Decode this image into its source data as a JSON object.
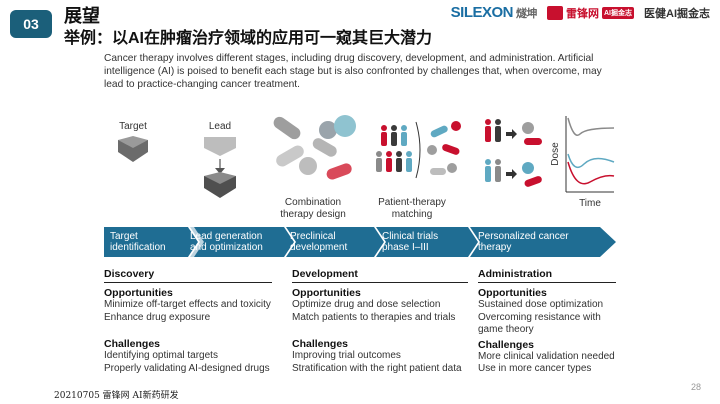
{
  "header": {
    "badge": "03",
    "title": "展望",
    "subtitle": "举例：以AI在肿瘤治疗领域的应用可一窥其巨大潜力",
    "logos": {
      "sileon": "SILEXON",
      "sileon_cn": "燧坤",
      "leifeng": "雷锋网",
      "leifeng_tag": "AI掘金志",
      "yijian": "医健AI掘金志"
    }
  },
  "intro": "Cancer therapy involves different stages, including drug discovery, development, and administration. Artificial intelligence (AI) is poised to benefit each stage but is also confronted by challenges that, when overcome, may lead to practice-changing cancer treatment.",
  "figure": {
    "target_label": "Target",
    "lead_label": "Lead",
    "combo_label": "Combination therapy design",
    "patient_label": "Patient-therapy matching",
    "dose_axis": "Dose",
    "time_axis": "Time"
  },
  "pipeline": [
    {
      "label": "Target identification"
    },
    {
      "label": "Lead generation and optimization"
    },
    {
      "label": "Preclinical development"
    },
    {
      "label": "Clinical trials phase I–III"
    },
    {
      "label": "Personalized cancer therapy"
    }
  ],
  "columns": [
    {
      "heading": "Discovery",
      "opportunities_h": "Opportunities",
      "opportunities": [
        "Minimize off-target effects and toxicity",
        "Enhance drug exposure"
      ],
      "challenges_h": "Challenges",
      "challenges": [
        "Identifying optimal targets",
        "Properly validating AI-designed drugs"
      ]
    },
    {
      "heading": "Development",
      "opportunities_h": "Opportunities",
      "opportunities": [
        "Optimize drug and dose selection",
        "Match patients to therapies and trials"
      ],
      "challenges_h": "Challenges",
      "challenges": [
        "Improving trial outcomes",
        "Stratification with the right patient data"
      ]
    },
    {
      "heading": "Administration",
      "opportunities_h": "Opportunities",
      "opportunities": [
        "Sustained dose optimization",
        "Overcoming resistance with game theory"
      ],
      "challenges_h": "Challenges",
      "challenges": [
        "More clinical validation needed",
        "Use in more cancer types"
      ]
    }
  ],
  "footer": "20210705 雷锋网 AI新药研发",
  "page_number": "28",
  "colors": {
    "accent": "#1b5f7a",
    "chevron": "#1f6d93",
    "red": "#c8102e"
  }
}
